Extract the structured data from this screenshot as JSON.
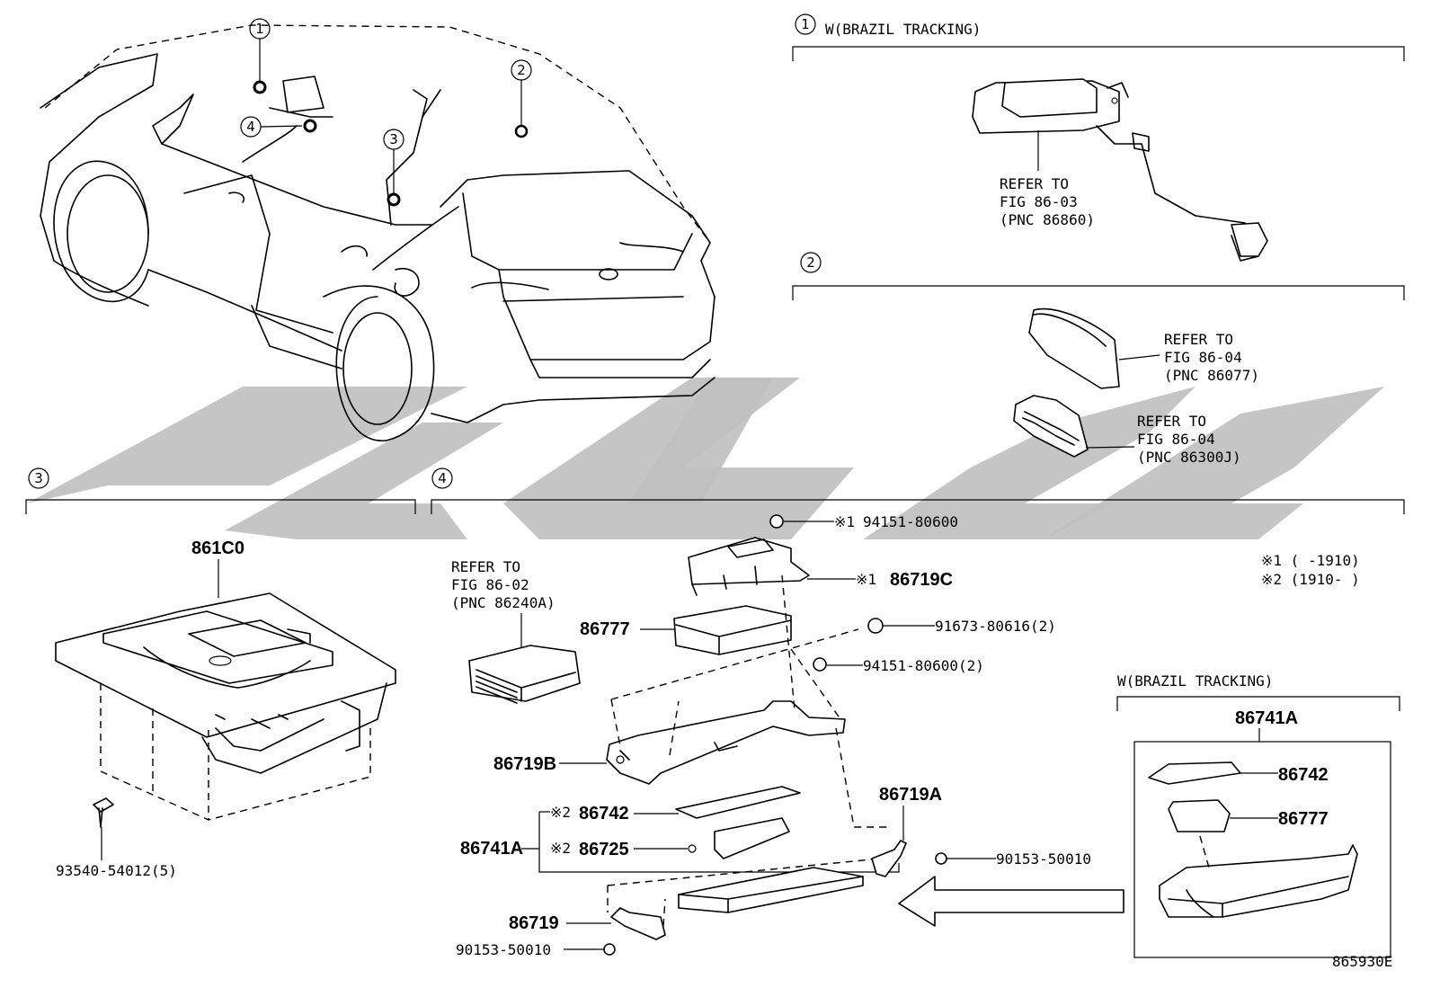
{
  "diagram": {
    "id_code": "865930E",
    "callouts": {
      "c1": "1",
      "c2": "2",
      "c3": "3",
      "c4": "4"
    },
    "section1": {
      "title": "W(BRAZIL TRACKING)",
      "refer": [
        "REFER TO",
        "FIG 86-03",
        "(PNC 86860)"
      ]
    },
    "section2": {
      "refer_a": [
        "REFER TO",
        "FIG 86-04",
        "(PNC 86077)"
      ],
      "refer_b": [
        "REFER TO",
        "FIG 86-04",
        "(PNC 86300J)"
      ]
    },
    "section3": {
      "part_main": "861C0",
      "part_screw": "93540-54012(5)"
    },
    "section4": {
      "refer": [
        "REFER TO",
        "FIG 86-02",
        "(PNC 86240A)"
      ],
      "p_86777": "86777",
      "p_nut_top": "94151-80600",
      "p_nut_top_mark": "※1",
      "p_86719C": "86719C",
      "p_86719C_mark": "※1",
      "p_bolt": "91673-80616(2)",
      "p_nut2": "94151-80600(2)",
      "p_86719B": "86719B",
      "p_86741A": "86741A",
      "p_86742": "86742",
      "p_86742_mark": "※2",
      "p_86725": "86725",
      "p_86725_mark": "※2",
      "p_86719A": "86719A",
      "p_screw_r": "90153-50010",
      "p_86719": "86719",
      "p_screw_b": "90153-50010",
      "notes": [
        "※1 (      -1910)",
        "※2 (1910-      )"
      ]
    },
    "inset": {
      "title": "W(BRAZIL TRACKING)",
      "assembly": "86741A",
      "p_86742": "86742",
      "p_86777": "86777"
    }
  }
}
